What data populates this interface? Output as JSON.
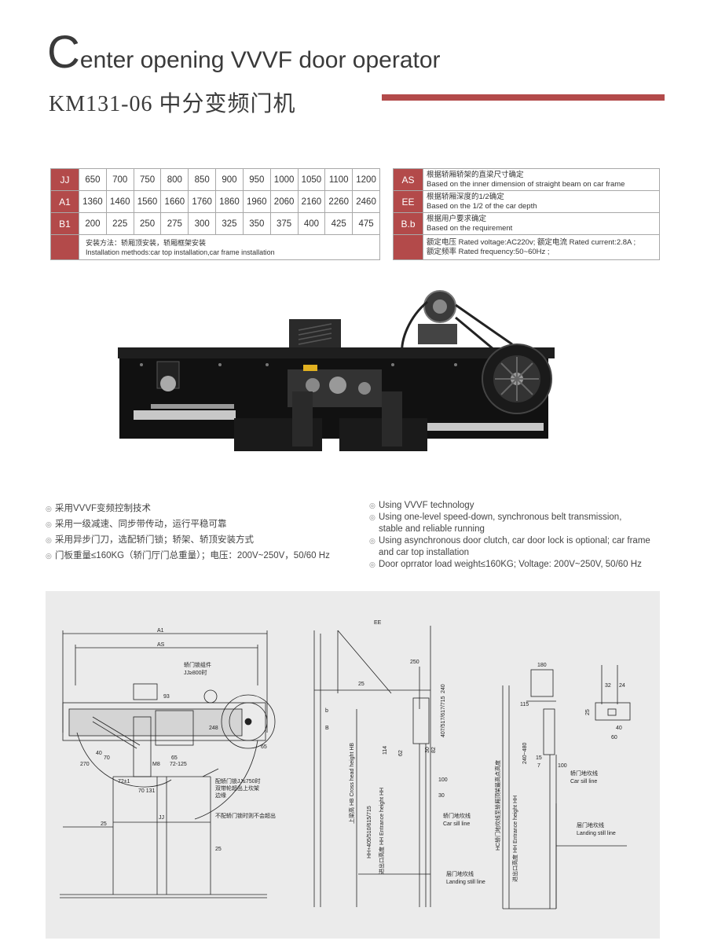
{
  "header": {
    "title_initial": "C",
    "title_rest": "enter opening VVVF door operator",
    "subtitle": "KM131-06 中分变频门机"
  },
  "spec_table": {
    "rows": [
      {
        "label": "JJ",
        "values": [
          "650",
          "700",
          "750",
          "800",
          "850",
          "900",
          "950",
          "1000",
          "1050",
          "1100",
          "1200"
        ]
      },
      {
        "label": "A1",
        "values": [
          "1360",
          "1460",
          "1560",
          "1660",
          "1760",
          "1860",
          "1960",
          "2060",
          "2160",
          "2260",
          "2460"
        ]
      },
      {
        "label": "B1",
        "values": [
          "200",
          "225",
          "250",
          "275",
          "300",
          "325",
          "350",
          "375",
          "400",
          "425",
          "475"
        ]
      }
    ],
    "install_cn": "安装方法：轿厢顶安装，轿厢框架安装",
    "install_en": "Installation methods:car top installation,car frame installation"
  },
  "notes_table": {
    "rows": [
      {
        "label": "AS",
        "cn": "根据轿厢轿架的直梁尺寸确定",
        "en": "Based on the inner dimension of straight beam on car frame"
      },
      {
        "label": "EE",
        "cn": "根据轿厢深度的1/2确定",
        "en": "Based on the 1/2 of the car depth"
      },
      {
        "label": "B.b",
        "cn": "根据用户要求确定",
        "en": "Based on the requirement"
      }
    ],
    "rating_line1": "额定电压 Rated voltage:AC220v; 额定电流 Rated current:2.8A ;",
    "rating_line2": "额定频率 Rated frequency:50~60Hz ;"
  },
  "features_cn": [
    "采用VVVF变频控制技术",
    "采用一级减速、同步带传动，运行平稳可靠",
    "采用异步门刀，选配轿门锁；轿架、轿顶安装方式",
    "门板重量≤160KG（轿门厅门总重量）；电压：200V~250V，50/60 Hz"
  ],
  "features_en": [
    "Using VVVF technology",
    "Using one-level speed-down, synchronous belt transmission,",
    "stable and reliable running",
    "Using asynchronous door clutch, car door lock is optional; car frame",
    "and car top installation",
    "Door oprrator load weight≤160KG; Voltage: 200V~250V, 50/60 Hz"
  ],
  "drawing_labels": {
    "a1": "A1",
    "as": "AS",
    "jj": "JJ",
    "ee": "EE",
    "car_lock": "轿门锁组件",
    "jj_800": "JJ≥800时",
    "d93": "93",
    "d248": "248",
    "d65": "65",
    "d270": "270",
    "d40": "40",
    "d70": "70",
    "d65b": "65",
    "d72_125": "72-125",
    "d72": "72±1",
    "d70_131": "70  131",
    "m8": "M8",
    "note_750_1": "配轿门锁JJ≤750时",
    "note_750_2": "双带轮超出上坎架",
    "note_750_3": "边缘",
    "note_no_lock": "不配轿门锁时则不会超出",
    "d25a": "25",
    "d25b": "25",
    "d250": "250",
    "d240": "240",
    "d25c": "25",
    "d30": "30",
    "d82": "82",
    "d114": "114",
    "d62": "62",
    "d100": "100",
    "d30b": "30",
    "range_407": "407/517/617/715",
    "b": "b",
    "bb": "B",
    "hb_label": "上梁高 HB Cross head height HB",
    "hh_label": "HH+405/510/615/715",
    "entrance_hh": "进出口高度 HH Entrance height HH",
    "car_sill_cn": "轿门地坎线",
    "car_sill_en": "Car sill line",
    "landing_cn": "层门地坎线",
    "landing_en": "Landing still line",
    "d180": "180",
    "d115": "115",
    "d240_480": "240~480",
    "d15": "15",
    "d7": "7",
    "d100b": "100",
    "hc_label": "HC轿门地坎线至轿厢顶架最高点高度",
    "entrance_hh2": "进出口高度 HH Entrance height HH",
    "car_sill_cn2": "轿门地坎线",
    "car_sill_en2": "Car sill line",
    "landing_cn2": "层门地坎线",
    "landing_en2": "Landing still line",
    "d32": "32",
    "d24": "24",
    "d25d": "25",
    "d40b": "40",
    "d60": "60"
  }
}
